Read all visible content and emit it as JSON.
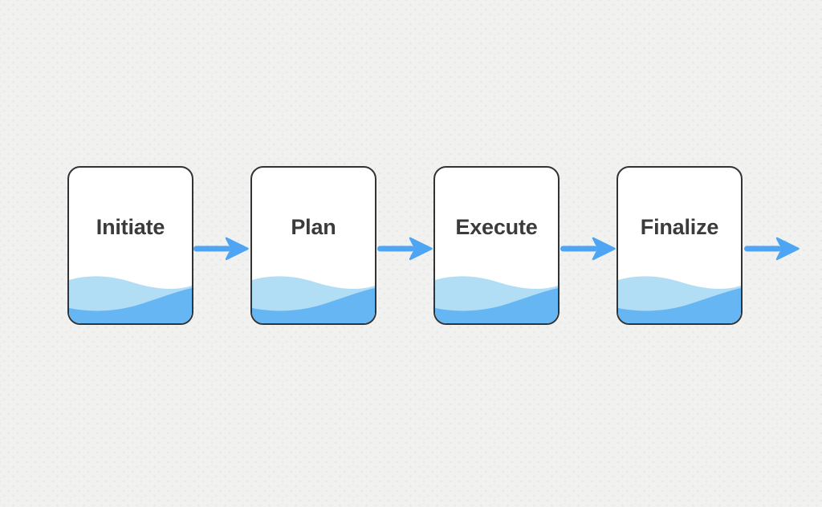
{
  "diagram": {
    "type": "flowchart",
    "direction": "left-to-right",
    "steps": [
      {
        "label": "Initiate"
      },
      {
        "label": "Plan"
      },
      {
        "label": "Execute"
      },
      {
        "label": "Finalize"
      }
    ],
    "connector_icon": "arrow-right-icon",
    "node_decoration": "water-wave-fill"
  },
  "colors": {
    "background": "#f1f1f0",
    "background_dot": "#e7e7e6",
    "card_background": "#ffffff",
    "card_border": "#333333",
    "label_text": "#3b3b3b",
    "arrow": "#4da5f3",
    "wave_light": "#b2def5",
    "wave_dark": "#67b6f4"
  }
}
